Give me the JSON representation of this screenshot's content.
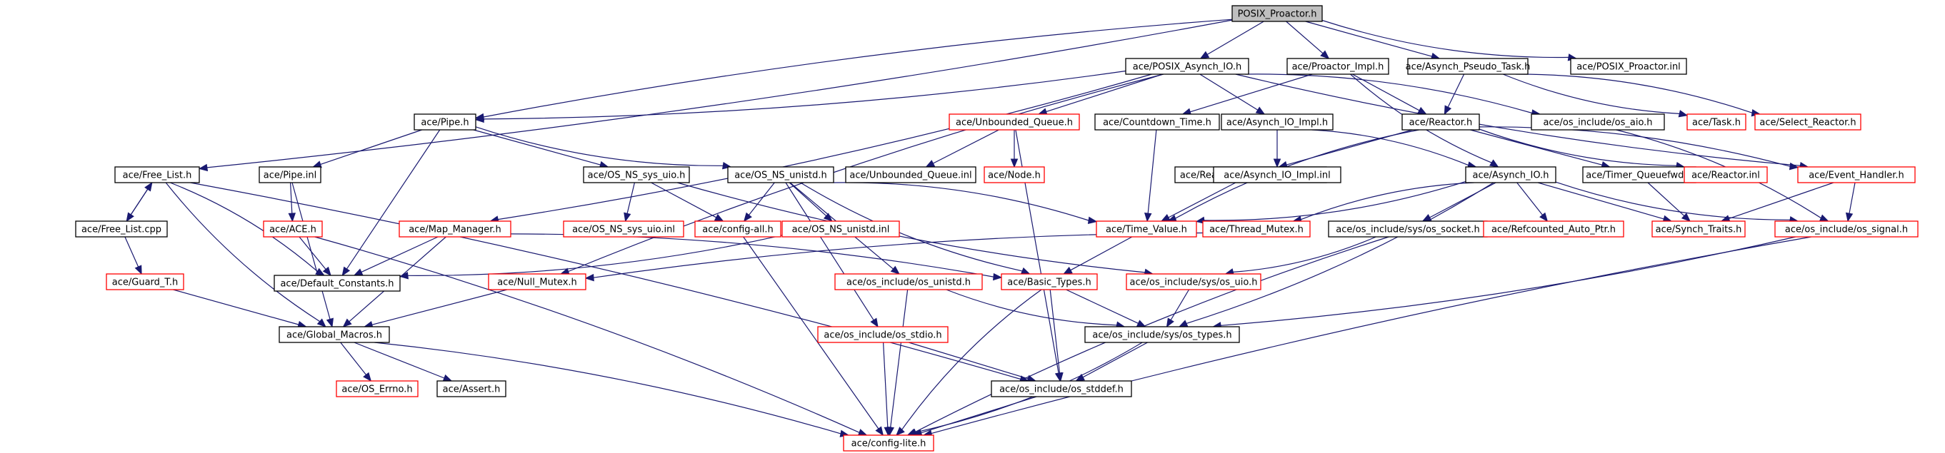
{
  "diagram": {
    "title": "",
    "colors": {
      "edge": "#191970",
      "normal_border": "#000000",
      "incomplete_border": "#ff0000",
      "root_fill": "#bfbfbf",
      "node_fill": "#ffffff"
    },
    "nodes": [
      {
        "id": "root",
        "label": "POSIX_Proactor.h",
        "status": "root"
      },
      {
        "id": "posix_asynch_io",
        "label": "ace/POSIX_Asynch_IO.h",
        "status": "normal"
      },
      {
        "id": "proactor_impl",
        "label": "ace/Proactor_Impl.h",
        "status": "normal"
      },
      {
        "id": "asynch_pseudo_task",
        "label": "ace/Asynch_Pseudo_Task.h",
        "status": "normal"
      },
      {
        "id": "posix_proactor_inl",
        "label": "ace/POSIX_Proactor.inl",
        "status": "normal"
      },
      {
        "id": "pipe_h",
        "label": "ace/Pipe.h",
        "status": "normal"
      },
      {
        "id": "unbounded_queue",
        "label": "ace/Unbounded_Queue.h",
        "status": "incomplete"
      },
      {
        "id": "countdown_time",
        "label": "ace/Countdown_Time.h",
        "status": "normal"
      },
      {
        "id": "asynch_io_impl",
        "label": "ace/Asynch_IO_Impl.h",
        "status": "normal"
      },
      {
        "id": "reactor_h",
        "label": "ace/Reactor.h",
        "status": "normal"
      },
      {
        "id": "os_aio",
        "label": "ace/os_include/os_aio.h",
        "status": "normal"
      },
      {
        "id": "task_h",
        "label": "ace/Task.h",
        "status": "incomplete"
      },
      {
        "id": "select_reactor",
        "label": "ace/Select_Reactor.h",
        "status": "incomplete"
      },
      {
        "id": "free_list_h",
        "label": "ace/Free_List.h",
        "status": "normal"
      },
      {
        "id": "pipe_inl",
        "label": "ace/Pipe.inl",
        "status": "normal"
      },
      {
        "id": "os_ns_sys_uio",
        "label": "ace/OS_NS_sys_uio.h",
        "status": "normal"
      },
      {
        "id": "os_ns_unistd",
        "label": "ace/OS_NS_unistd.h",
        "status": "normal"
      },
      {
        "id": "unbounded_queue_inl",
        "label": "ace/Unbounded_Queue.inl",
        "status": "normal"
      },
      {
        "id": "node_h",
        "label": "ace/Node.h",
        "status": "incomplete"
      },
      {
        "id": "reactor_timer_interface",
        "label": "ace/Reactor_Timer_Interface.h",
        "status": "normal"
      },
      {
        "id": "asynch_io_impl_inl",
        "label": "ace/Asynch_IO_Impl.inl",
        "status": "normal"
      },
      {
        "id": "asynch_io_h",
        "label": "ace/Asynch_IO.h",
        "status": "normal"
      },
      {
        "id": "timer_queuefwd",
        "label": "ace/Timer_Queuefwd.h",
        "status": "normal"
      },
      {
        "id": "reactor_inl",
        "label": "ace/Reactor.inl",
        "status": "incomplete"
      },
      {
        "id": "event_handler",
        "label": "ace/Event_Handler.h",
        "status": "incomplete"
      },
      {
        "id": "free_list_cpp",
        "label": "ace/Free_List.cpp",
        "status": "normal"
      },
      {
        "id": "ace_h",
        "label": "ace/ACE.h",
        "status": "incomplete"
      },
      {
        "id": "map_manager",
        "label": "ace/Map_Manager.h",
        "status": "incomplete"
      },
      {
        "id": "os_ns_sys_uio_inl",
        "label": "ace/OS_NS_sys_uio.inl",
        "status": "incomplete"
      },
      {
        "id": "config_all",
        "label": "ace/config-all.h",
        "status": "incomplete"
      },
      {
        "id": "os_ns_unistd_inl",
        "label": "ace/OS_NS_unistd.inl",
        "status": "incomplete"
      },
      {
        "id": "time_value",
        "label": "ace/Time_Value.h",
        "status": "incomplete"
      },
      {
        "id": "thread_mutex",
        "label": "ace/Thread_Mutex.h",
        "status": "incomplete"
      },
      {
        "id": "os_socket",
        "label": "ace/os_include/sys/os_socket.h",
        "status": "normal"
      },
      {
        "id": "refcounted_auto_ptr",
        "label": "ace/Refcounted_Auto_Ptr.h",
        "status": "incomplete"
      },
      {
        "id": "synch_traits",
        "label": "ace/Synch_Traits.h",
        "status": "incomplete"
      },
      {
        "id": "os_signal",
        "label": "ace/os_include/os_signal.h",
        "status": "incomplete"
      },
      {
        "id": "guard_t",
        "label": "ace/Guard_T.h",
        "status": "incomplete"
      },
      {
        "id": "default_constants",
        "label": "ace/Default_Constants.h",
        "status": "normal"
      },
      {
        "id": "null_mutex",
        "label": "ace/Null_Mutex.h",
        "status": "incomplete"
      },
      {
        "id": "os_unistd",
        "label": "ace/os_include/os_unistd.h",
        "status": "incomplete"
      },
      {
        "id": "basic_types",
        "label": "ace/Basic_Types.h",
        "status": "incomplete"
      },
      {
        "id": "os_uio",
        "label": "ace/os_include/sys/os_uio.h",
        "status": "incomplete"
      },
      {
        "id": "global_macros",
        "label": "ace/Global_Macros.h",
        "status": "normal"
      },
      {
        "id": "os_stdio",
        "label": "ace/os_include/os_stdio.h",
        "status": "incomplete"
      },
      {
        "id": "os_types",
        "label": "ace/os_include/sys/os_types.h",
        "status": "normal"
      },
      {
        "id": "os_errno",
        "label": "ace/OS_Errno.h",
        "status": "incomplete"
      },
      {
        "id": "assert_h",
        "label": "ace/Assert.h",
        "status": "normal"
      },
      {
        "id": "os_stddef",
        "label": "ace/os_include/os_stddef.h",
        "status": "normal"
      },
      {
        "id": "config_lite",
        "label": "ace/config-lite.h",
        "status": "incomplete"
      }
    ],
    "edges": [
      [
        "root",
        "posix_asynch_io"
      ],
      [
        "root",
        "proactor_impl"
      ],
      [
        "root",
        "asynch_pseudo_task"
      ],
      [
        "root",
        "posix_proactor_inl"
      ],
      [
        "root",
        "free_list_h"
      ],
      [
        "root",
        "pipe_h"
      ],
      [
        "posix_asynch_io",
        "unbounded_queue"
      ],
      [
        "posix_asynch_io",
        "asynch_io_impl"
      ],
      [
        "posix_asynch_io",
        "map_manager"
      ],
      [
        "posix_asynch_io",
        "null_mutex"
      ],
      [
        "posix_asynch_io",
        "os_aio"
      ],
      [
        "posix_asynch_io",
        "event_handler"
      ],
      [
        "posix_asynch_io",
        "pipe_h"
      ],
      [
        "proactor_impl",
        "countdown_time"
      ],
      [
        "proactor_impl",
        "reactor_h"
      ],
      [
        "proactor_impl",
        "asynch_io_h"
      ],
      [
        "asynch_pseudo_task",
        "reactor_h"
      ],
      [
        "asynch_pseudo_task",
        "task_h"
      ],
      [
        "asynch_pseudo_task",
        "select_reactor"
      ],
      [
        "pipe_h",
        "pipe_inl"
      ],
      [
        "pipe_h",
        "os_ns_sys_uio"
      ],
      [
        "pipe_h",
        "os_ns_unistd"
      ],
      [
        "pipe_h",
        "default_constants"
      ],
      [
        "unbounded_queue",
        "unbounded_queue_inl"
      ],
      [
        "unbounded_queue",
        "node_h"
      ],
      [
        "unbounded_queue",
        "os_stddef"
      ],
      [
        "countdown_time",
        "time_value"
      ],
      [
        "asynch_io_impl",
        "asynch_io_impl_inl"
      ],
      [
        "asynch_io_impl",
        "asynch_io_h"
      ],
      [
        "reactor_h",
        "reactor_timer_interface"
      ],
      [
        "reactor_h",
        "timer_queuefwd"
      ],
      [
        "reactor_h",
        "reactor_inl"
      ],
      [
        "reactor_h",
        "event_handler"
      ],
      [
        "reactor_h",
        "time_value"
      ],
      [
        "os_aio",
        "os_signal"
      ],
      [
        "free_list_h",
        "free_list_cpp"
      ],
      [
        "free_list_h",
        "default_constants"
      ],
      [
        "free_list_h",
        "global_macros"
      ],
      [
        "free_list_h",
        "os_stddef"
      ],
      [
        "free_list_cpp",
        "free_list_h"
      ],
      [
        "free_list_cpp",
        "guard_t"
      ],
      [
        "pipe_inl",
        "ace_h"
      ],
      [
        "pipe_inl",
        "global_macros"
      ],
      [
        "ace_h",
        "default_constants"
      ],
      [
        "ace_h",
        "config_lite"
      ],
      [
        "os_ns_sys_uio",
        "os_ns_sys_uio_inl"
      ],
      [
        "os_ns_sys_uio",
        "config_all"
      ],
      [
        "os_ns_sys_uio",
        "os_uio"
      ],
      [
        "os_ns_unistd",
        "config_all"
      ],
      [
        "os_ns_unistd",
        "os_ns_unistd_inl"
      ],
      [
        "os_ns_unistd",
        "time_value"
      ],
      [
        "os_ns_unistd",
        "basic_types"
      ],
      [
        "os_ns_unistd",
        "os_unistd"
      ],
      [
        "os_ns_unistd",
        "os_stdio"
      ],
      [
        "os_ns_unistd_inl",
        "default_constants"
      ],
      [
        "config_all",
        "config_lite"
      ],
      [
        "map_manager",
        "default_constants"
      ],
      [
        "map_manager",
        "global_macros"
      ],
      [
        "map_manager",
        "basic_types"
      ],
      [
        "reactor_timer_interface",
        "time_value"
      ],
      [
        "asynch_io_h",
        "time_value"
      ],
      [
        "asynch_io_h",
        "thread_mutex"
      ],
      [
        "asynch_io_h",
        "os_socket"
      ],
      [
        "asynch_io_h",
        "refcounted_auto_ptr"
      ],
      [
        "asynch_io_h",
        "synch_traits"
      ],
      [
        "asynch_io_h",
        "os_signal"
      ],
      [
        "asynch_io_h",
        "os_types"
      ],
      [
        "timer_queuefwd",
        "synch_traits"
      ],
      [
        "event_handler",
        "synch_traits"
      ],
      [
        "event_handler",
        "os_signal"
      ],
      [
        "time_value",
        "basic_types"
      ],
      [
        "thread_mutex",
        "null_mutex"
      ],
      [
        "os_socket",
        "os_uio"
      ],
      [
        "os_socket",
        "config_lite"
      ],
      [
        "os_signal",
        "os_types"
      ],
      [
        "os_signal",
        "config_lite"
      ],
      [
        "guard_t",
        "global_macros"
      ],
      [
        "null_mutex",
        "global_macros"
      ],
      [
        "global_macros",
        "os_errno"
      ],
      [
        "global_macros",
        "assert_h"
      ],
      [
        "global_macros",
        "config_lite"
      ],
      [
        "os_unistd",
        "os_types"
      ],
      [
        "os_unistd",
        "config_lite"
      ],
      [
        "basic_types",
        "os_types"
      ],
      [
        "basic_types",
        "os_stddef"
      ],
      [
        "basic_types",
        "config_lite"
      ],
      [
        "os_uio",
        "os_types"
      ],
      [
        "os_stdio",
        "os_stddef"
      ],
      [
        "os_stdio",
        "config_lite"
      ],
      [
        "os_types",
        "os_stddef"
      ],
      [
        "os_types",
        "config_lite"
      ],
      [
        "os_stddef",
        "config_lite"
      ]
    ]
  }
}
